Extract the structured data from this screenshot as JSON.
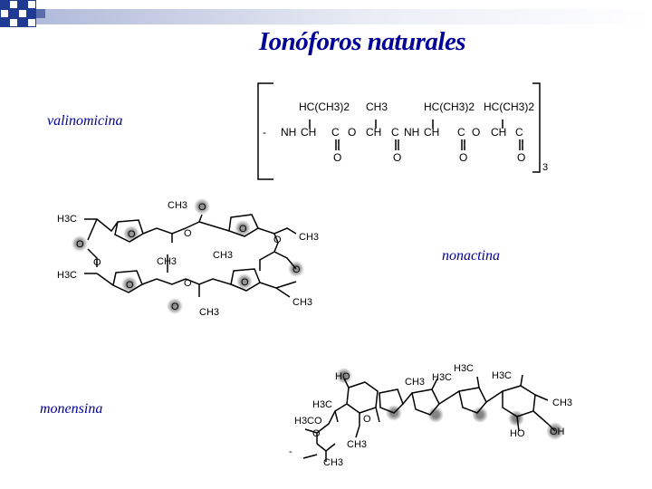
{
  "slide": {
    "title": "Ionóforos naturales",
    "labels": {
      "valinomicina": "valinomicina",
      "nonactina": "nonactina",
      "monensina": "monensina"
    }
  },
  "valinomycin": {
    "substituents": [
      "HC(CH3)2",
      "CH3",
      "HC(CH3)2",
      "HC(CH3)2"
    ],
    "backbone": [
      "NH",
      "CH",
      "C",
      "O",
      "CH",
      "C",
      "NH",
      "CH",
      "C",
      "O",
      "CH",
      "C"
    ],
    "carbonyl_o": "O",
    "repeat": "3"
  },
  "nonactin": {
    "groups": [
      "H3C",
      "CH3",
      "CH3",
      "CH3",
      "CH3",
      "H3C",
      "CH3",
      "CH3"
    ],
    "atoms": [
      "O",
      "O",
      "O",
      "O",
      "O",
      "O",
      "O",
      "O",
      "O",
      "O",
      "O",
      "O"
    ]
  },
  "monensin": {
    "groups": [
      "HO",
      "CH3",
      "H3C",
      "H3C",
      "H3C",
      "CH3",
      "H3C",
      "H3CO",
      "CH3",
      "CH3",
      "O",
      "O",
      "HO",
      "OH"
    ],
    "charge": "-"
  },
  "colors": {
    "title": "#000099",
    "checker": "#1f3a93",
    "oxygen_halo": "#555555"
  }
}
